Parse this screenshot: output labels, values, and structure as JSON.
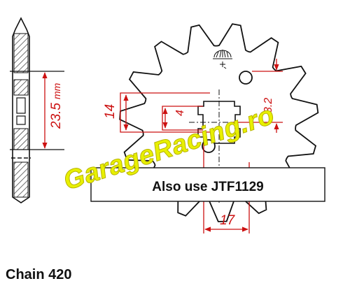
{
  "watermark": "GarageRacing.ro",
  "note": "Also use JTF1129",
  "chain_label": "Chain 420",
  "dimensions": {
    "width_overall": "23.5",
    "width_unit": "mm",
    "hole_height": "14",
    "spline_step": "4",
    "bolt_offset": "3.2",
    "bore": "17"
  },
  "colors": {
    "dimension_lines": "#cc1111",
    "outline": "#111111",
    "watermark_fill": "#e8f000",
    "watermark_stroke": "#b7b300",
    "sprocket_fill": "#ffffff",
    "hatch": "#333333"
  }
}
